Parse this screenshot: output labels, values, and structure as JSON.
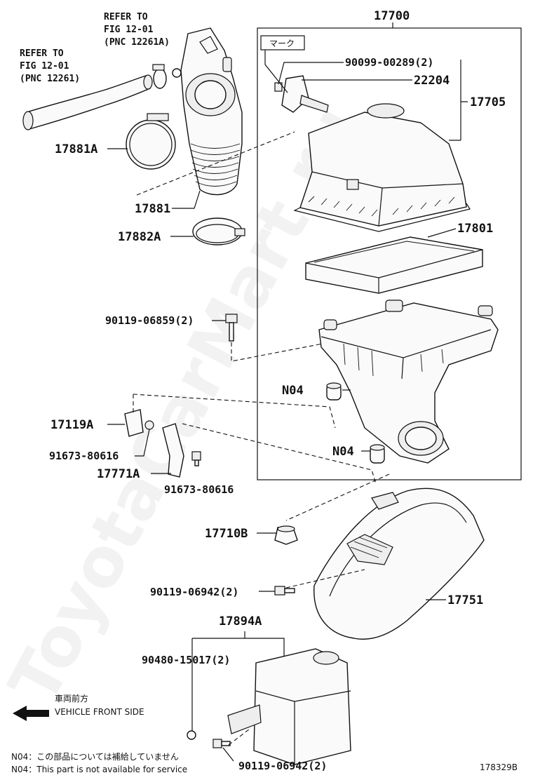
{
  "labels": {
    "p17700": "17700",
    "ref1_line1": "REFER TO",
    "ref1_line2": "FIG 12-01",
    "ref1_line3": "(PNC 12261A)",
    "ref2_line1": "REFER TO",
    "ref2_line2": "FIG 12-01",
    "ref2_line3": "(PNC 12261)",
    "mark_box": "マーク",
    "p90099": "90099-00289(2)",
    "p22204": "22204",
    "p17705": "17705",
    "p17881A": "17881A",
    "p17881": "17881",
    "p17882A": "17882A",
    "p17801": "17801",
    "p90119_06859": "90119-06859(2)",
    "n04_a": "N04",
    "n04_b": "N04",
    "p17119A": "17119A",
    "p91673_a": "91673-80616",
    "p17771A": "17771A",
    "p91673_b": "91673-80616",
    "p17710B": "17710B",
    "p90119_06942_a": "90119-06942(2)",
    "p17751": "17751",
    "p17894A": "17894A",
    "p90480": "90480-15017(2)",
    "p90119_06942_b": "90119-06942(2)"
  },
  "front": {
    "jp": "車両前方",
    "en": "VEHICLE FRONT SIDE"
  },
  "notes": {
    "jp": "N04：この部品については補給していません",
    "en": "N04：This part is not available for service"
  },
  "figure_code": "178329B",
  "watermark": "ToyotaCarMart.ru"
}
